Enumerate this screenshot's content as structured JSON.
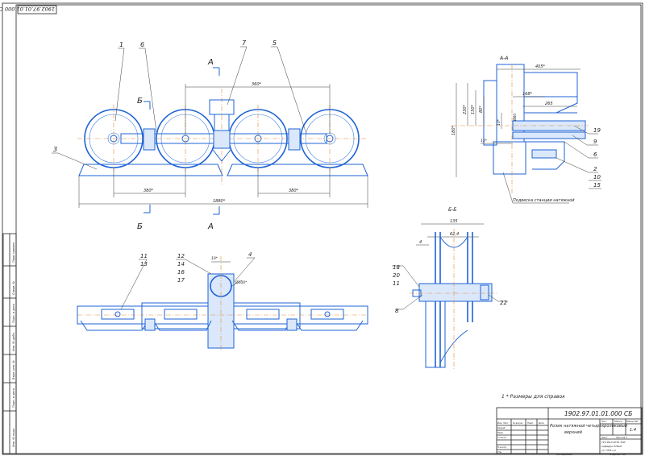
{
  "sheet": {
    "designation_rotated": "1902.97.01.01.000 СБ",
    "note": "1 * Размеры для справок"
  },
  "main_view": {
    "dims": {
      "d360": "360*",
      "d380a": "380*",
      "d380b": "380*",
      "d1880": "1880*"
    },
    "section_marks": {
      "a_top": "А",
      "a_bot": "А",
      "b_top": "Б",
      "b_bot": "Б"
    },
    "callouts": {
      "c1": "1",
      "c6": "6",
      "c7": "7",
      "c5": "5",
      "c3": "3"
    }
  },
  "section_a": {
    "title": "А-А",
    "dims": {
      "d405": "405*",
      "d168": "168*",
      "d265": "265",
      "d230": "230*",
      "d180": "180*",
      "d80": "80*",
      "d150": "150*",
      "d10": "10*",
      "d15": "15*",
      "d80b": "Ø80"
    },
    "callouts": {
      "c19": "19",
      "c9": "9",
      "c6": "6",
      "c2": "2",
      "c10": "10",
      "c15": "15"
    },
    "leader_note": "Подвеска станции натяжной"
  },
  "section_b": {
    "title": "Б-Б",
    "dims": {
      "d135": "135",
      "d624": "62,4",
      "d4": "4"
    },
    "callouts": {
      "c18": "18",
      "c20": "20",
      "c11": "11",
      "c8": "8",
      "c22": "22"
    }
  },
  "top_view": {
    "dims": {
      "d10": "10*",
      "d100": "Ø100*"
    },
    "callouts": {
      "c11": "11",
      "c13": "13",
      "c12": "12",
      "c14": "14",
      "c16": "16",
      "c17": "17",
      "c4": "4"
    }
  },
  "title_block": {
    "designation": "1902.97.01.01.000 СБ",
    "name_line1": "Ролик натяжной четырехроликовый",
    "name_line2": "верхний",
    "litera_header": "Лит.",
    "mass_header": "Масса",
    "scale_header": "Масштаб",
    "scale": "1:4",
    "sheet_label": "Лист",
    "sheets_label": "Листов 1",
    "org_line1": "ТУЛ ВОЛ ИГТК ЗНК",
    "org_line2": "кафедра ПТМиР",
    "org_line3": "гр. ПТМ-1-2",
    "copied": "Копировал",
    "format": "Формат А3",
    "rows": [
      "Изм. Лист",
      "Разраб.",
      "Пров.",
      "Т.контр.",
      "Н.контр.",
      "Утв."
    ],
    "cols": [
      "№ докум.",
      "Подп.",
      "Дата"
    ]
  },
  "left_strip": {
    "items": [
      "Перв. примен.",
      "Справ. №",
      "Подп. и дата",
      "Инв. № дубл.",
      "Взам. инв. №",
      "Подп. и дата",
      "Инв. № подл."
    ]
  }
}
